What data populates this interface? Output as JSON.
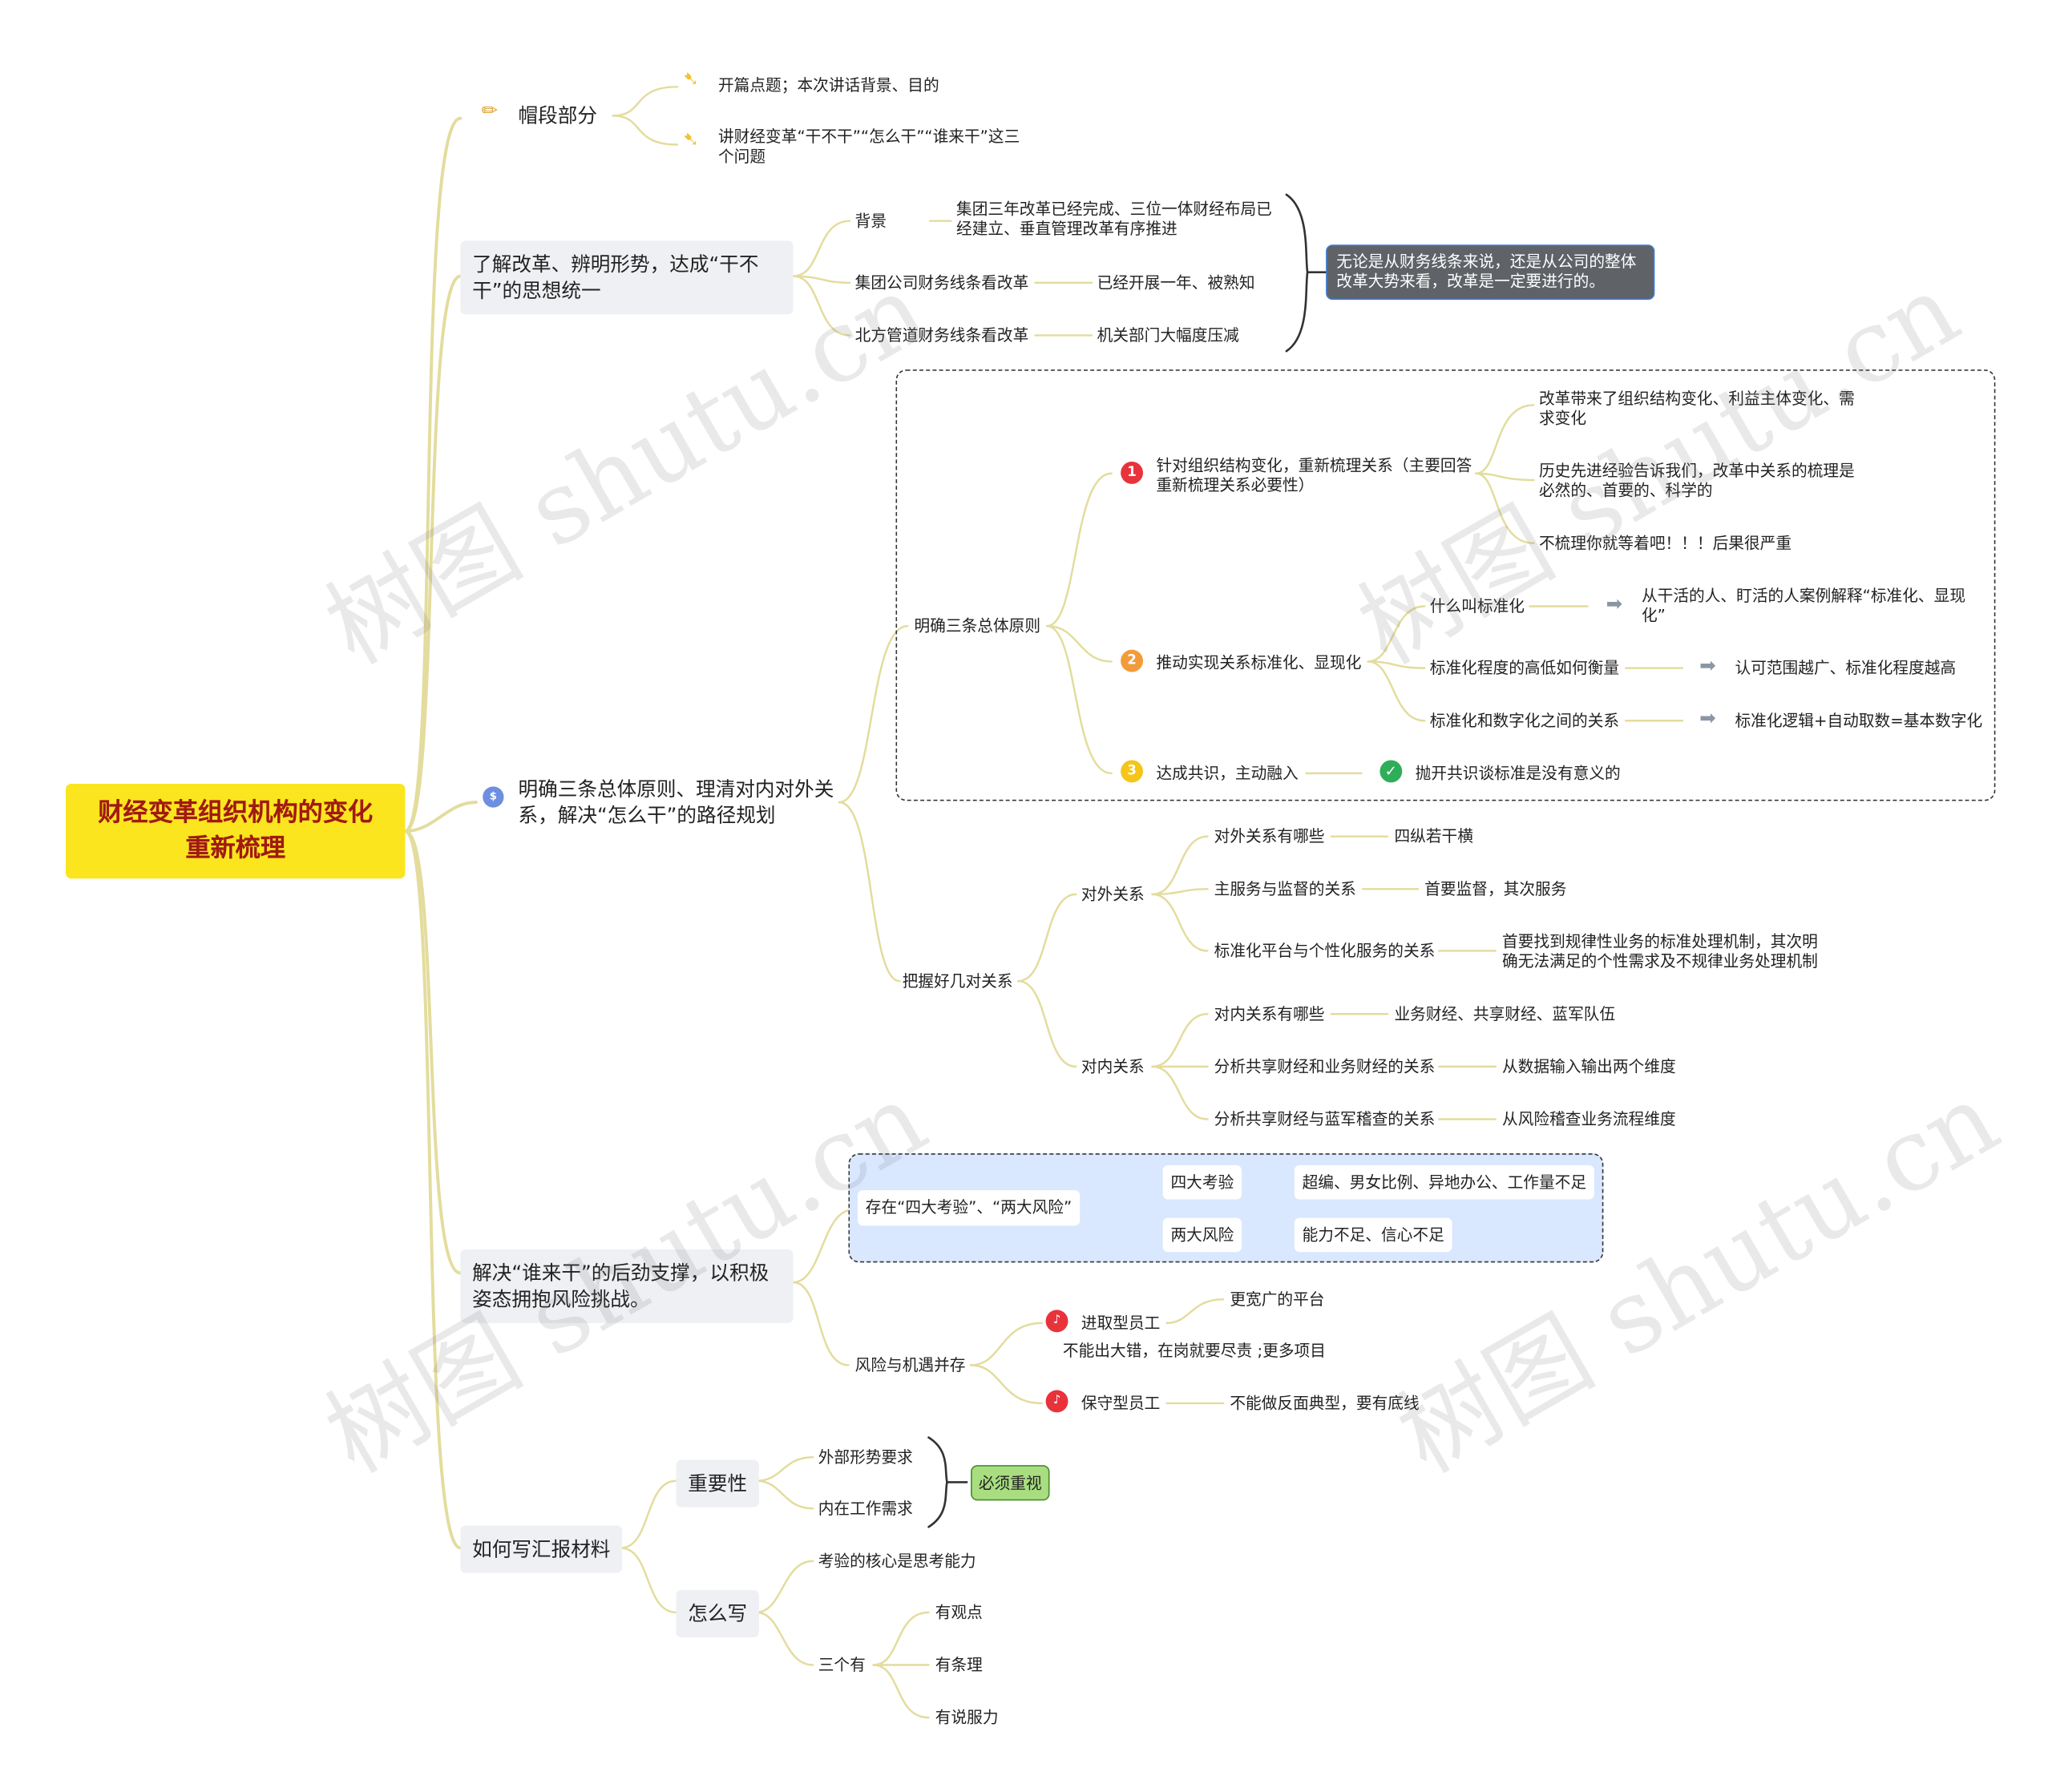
{
  "root": {
    "line1": "财经变革组织机构的变化",
    "line2": "重新梳理"
  },
  "branch1": {
    "label": "帽段部分",
    "items": [
      "开篇点题；本次讲话背景、目的",
      "讲财经变革“干不干”“怎么干”“谁来干”这三个问题"
    ]
  },
  "branch2": {
    "label": "了解改革、辨明形势，达成“干不干”的思想统一",
    "rows": [
      {
        "k": "背景",
        "v": "集团三年改革已经完成、三位一体财经布局已经建立、垂直管理改革有序推进"
      },
      {
        "k": "集团公司财务线条看改革",
        "v": "已经开展一年、被熟知"
      },
      {
        "k": "北方管道财务线条看改革",
        "v": "机关部门大幅度压减"
      }
    ],
    "summary": "无论是从财务线条来说，还是从公司的整体改革大势来看，改革是一定要进行的。"
  },
  "branch3": {
    "label": "明确三条总体原则、理清对内对外关系，解决“怎么干”的路径规划",
    "principles": {
      "label": "明确三条总体原则",
      "p1": {
        "num": "1",
        "label": "针对组织结构变化，重新梳理关系（主要回答重新梳理关系必要性）",
        "items": [
          "改革带来了组织结构变化、利益主体变化、需求变化",
          "历史先进经验告诉我们，改革中关系的梳理是必然的、首要的、科学的",
          "不梳理你就等着吧！！！后果很严重"
        ]
      },
      "p2": {
        "num": "2",
        "label": "推动实现关系标准化、显现化",
        "rows": [
          {
            "k": "什么叫标准化",
            "v": "从干活的人、盯活的人案例解释“标准化、显现化”"
          },
          {
            "k": "标准化程度的高低如何衡量",
            "v": "认可范围越广、标准化程度越高"
          },
          {
            "k": "标准化和数字化之间的关系",
            "v": "标准化逻辑+自动取数=基本数字化"
          }
        ]
      },
      "p3": {
        "num": "3",
        "label": "达成共识，主动融入",
        "v": "抛开共识谈标准是没有意义的"
      }
    },
    "relations": {
      "label": "把握好几对关系",
      "external": {
        "label": "对外关系",
        "rows": [
          {
            "k": "对外关系有哪些",
            "v": "四纵若干横"
          },
          {
            "k": "主服务与监督的关系",
            "v": "首要监督，其次服务"
          },
          {
            "k": "标准化平台与个性化服务的关系",
            "v": "首要找到规律性业务的标准处理机制，其次明确无法满足的个性需求及不规律业务处理机制"
          }
        ]
      },
      "internal": {
        "label": "对内关系",
        "rows": [
          {
            "k": "对内关系有哪些",
            "v": "业务财经、共享财经、蓝军队伍"
          },
          {
            "k": "分析共享财经和业务财经的关系",
            "v": "从数据输入输出两个维度"
          },
          {
            "k": "分析共享财经与蓝军稽查的关系",
            "v": "从风险稽查业务流程维度"
          }
        ]
      }
    }
  },
  "branch4": {
    "label": "解决“谁来干”的后劲支撑，以积极姿态拥抱风险挑战。",
    "challenge": {
      "label": "存在“四大考验”、“两大风险”",
      "rows": [
        {
          "k": "四大考验",
          "v": "超编、男女比例、异地办公、工作量不足"
        },
        {
          "k": "两大风险",
          "v": "能力不足、信心不足"
        }
      ]
    },
    "risk": {
      "label": "风险与机遇并存",
      "proactive": {
        "label": "进取型员工",
        "items": [
          "更宽广的平台",
          "不能出大错，在岗就要尽责 ;更多项目"
        ]
      },
      "conservative": {
        "label": "保守型员工",
        "v": "不能做反面典型，要有底线"
      }
    }
  },
  "branch5": {
    "label": "如何写汇报材料",
    "importance": {
      "label": "重要性",
      "items": [
        "外部形势要求",
        "内在工作需求"
      ],
      "tag": "必须重视"
    },
    "how": {
      "label": "怎么写",
      "core": "考验的核心是思考能力",
      "three": {
        "label": "三个有",
        "items": [
          "有观点",
          "有条理",
          "有说服力"
        ]
      }
    }
  },
  "watermark": "树图 shutu.cn",
  "colors": {
    "root_bg": "#fae51e",
    "root_text": "#a01a12",
    "line": "#e3dc9d",
    "summary_bg": "#5f6368",
    "tag_bg": "#a8dd80",
    "badge1": "#e8333b",
    "badge2": "#f39b3a",
    "badge3": "#f5c518"
  }
}
